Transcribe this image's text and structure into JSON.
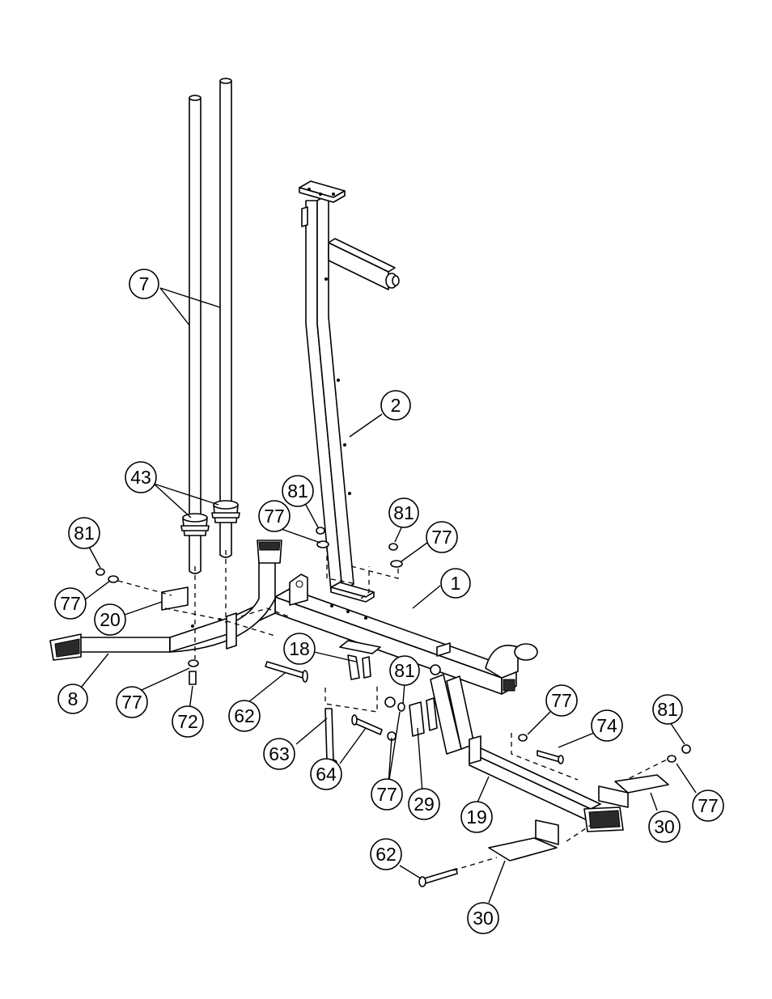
{
  "callouts": {
    "c7": "7",
    "c2": "2",
    "c43": "43",
    "c81a": "81",
    "c81b": "81",
    "c81c": "81",
    "c81d": "81",
    "c81e": "81",
    "c77a": "77",
    "c77b": "77",
    "c77c": "77",
    "c77d": "77",
    "c77e": "77",
    "c77f": "77",
    "c77g": "77",
    "c1": "1",
    "c20": "20",
    "c18": "18",
    "c8": "8",
    "c72": "72",
    "c62a": "62",
    "c62b": "62",
    "c63": "63",
    "c64": "64",
    "c29": "29",
    "c19": "19",
    "c74": "74",
    "c30a": "30",
    "c30b": "30"
  }
}
